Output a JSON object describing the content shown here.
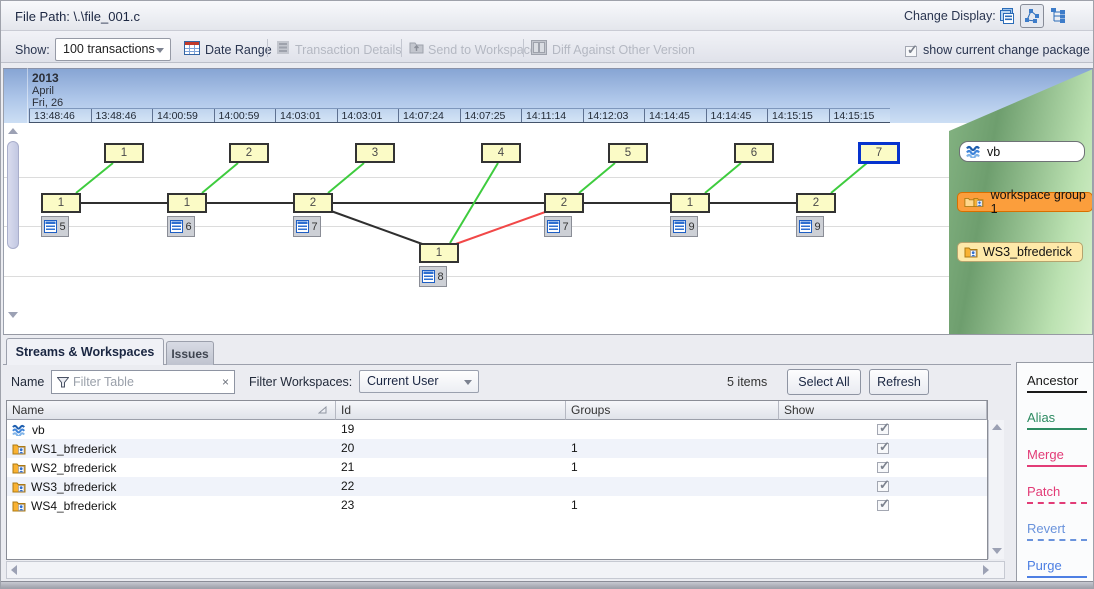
{
  "title_bar": {
    "file_path": "File Path: \\.\\file_001.c",
    "change_display_label": "Change Display:"
  },
  "toolbar": {
    "show_label": "Show:",
    "transactions_value": "100 transactions",
    "date_range_label": "Date Range",
    "transaction_details_label": "Transaction Details",
    "send_to_workspace_label": "Send to Workspace",
    "diff_label": "Diff Against Other Version",
    "change_package_label": "show current change package"
  },
  "timeline": {
    "year": "2013",
    "month": "April",
    "day": "Fri, 26",
    "ticks": [
      "13:48:46",
      "13:48:46",
      "14:00:59",
      "14:00:59",
      "14:03:01",
      "14:03:01",
      "14:07:24",
      "14:07:25",
      "14:11:14",
      "14:12:03",
      "14:14:45",
      "14:14:45",
      "14:15:15",
      "14:15:15"
    ]
  },
  "graph": {
    "stream_nodes": [
      {
        "v": "1"
      },
      {
        "v": "2"
      },
      {
        "v": "3"
      },
      {
        "v": "4"
      },
      {
        "v": "5"
      },
      {
        "v": "6"
      },
      {
        "v": "7",
        "selected": true
      }
    ],
    "workspace_nodes": [
      {
        "v": "1",
        "txn": "5"
      },
      {
        "v": "1",
        "txn": "6"
      },
      {
        "v": "2",
        "txn": "7"
      },
      {
        "v": "2",
        "txn": "7"
      },
      {
        "v": "1",
        "txn": "9"
      },
      {
        "v": "2",
        "txn": "9"
      }
    ],
    "merge_node": {
      "v": "1",
      "txn": "8"
    },
    "lanes": {
      "stream": "vb",
      "group": "workspace group 1",
      "workspace": "WS3_bfrederick"
    },
    "edge_colors": {
      "ancestor": "#2F2F2F",
      "alias": "#3ECC3E",
      "merge": "#F14848",
      "selected": "#0633CE"
    }
  },
  "tabs": {
    "streams_workspaces": "Streams & Workspaces",
    "issues": "Issues"
  },
  "filter_bar": {
    "name_label": "Name",
    "filter_placeholder": "Filter Table",
    "clear_label": "×",
    "workspaces_label": "Filter Workspaces:",
    "workspaces_value": "Current User",
    "items_count": "5 items",
    "select_all_label": "Select All",
    "refresh_label": "Refresh"
  },
  "table": {
    "columns": {
      "name": "Name",
      "id": "Id",
      "groups": "Groups",
      "show": "Show"
    },
    "rows": [
      {
        "name": "vb",
        "id": "19",
        "groups": "",
        "type": "stream",
        "show_checked": true
      },
      {
        "name": "WS1_bfrederick",
        "id": "20",
        "groups": "1",
        "type": "workspace",
        "show_checked": true
      },
      {
        "name": "WS2_bfrederick",
        "id": "21",
        "groups": "1",
        "type": "workspace",
        "show_checked": true
      },
      {
        "name": "WS3_bfrederick",
        "id": "22",
        "groups": "",
        "type": "workspace",
        "show_checked": true
      },
      {
        "name": "WS4_bfrederick",
        "id": "23",
        "groups": "1",
        "type": "workspace",
        "show_checked": true
      }
    ]
  },
  "legend": {
    "items": [
      {
        "label": "Ancestor",
        "color": "#1A1A1A",
        "line": "solid"
      },
      {
        "label": "Alias",
        "color": "#2E8B62",
        "line": "solid"
      },
      {
        "label": "Merge",
        "color": "#E23C77",
        "line": "solid"
      },
      {
        "label": "Patch",
        "color": "#E23C77",
        "line": "dashed"
      },
      {
        "label": "Revert",
        "color": "#6A93DC",
        "line": "dashed"
      },
      {
        "label": "Purge",
        "color": "#4D7FE3",
        "line": "solid"
      }
    ]
  }
}
